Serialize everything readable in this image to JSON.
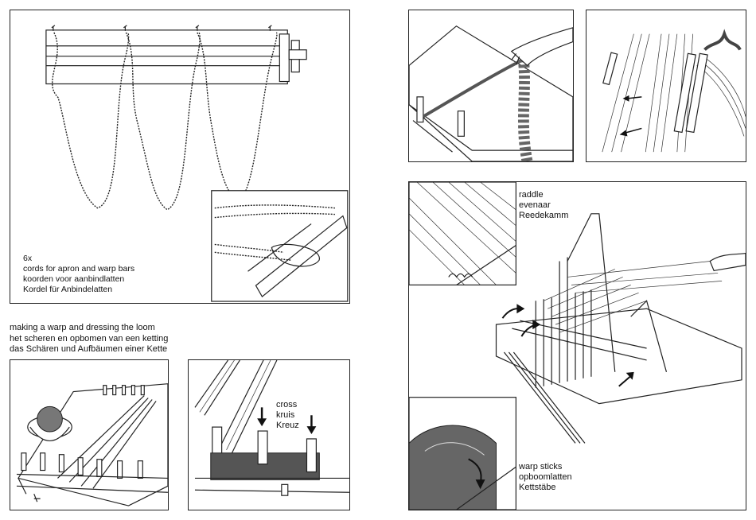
{
  "cords_caption": {
    "count": "6x",
    "en": "cords for apron and warp bars",
    "nl": "koorden voor aanbindlatten",
    "de": "Kordel für Anbindelatten"
  },
  "section_heading": {
    "en": "making a warp and dressing the loom",
    "nl": "het scheren en opbomen van een ketting",
    "de": "das Schären und Aufbäumen einer Kette"
  },
  "cross_label": {
    "en": "cross",
    "nl": "kruis",
    "de": "Kreuz"
  },
  "raddle_label": {
    "en": "raddle",
    "nl": "evenaar",
    "de": "Reedekamm"
  },
  "warp_sticks_label": {
    "en": "warp sticks",
    "nl": "opboomlatten",
    "de": "Kettstäbe"
  },
  "icons": [
    "down-arrow-icon",
    "curved-arrow-icon",
    "straight-arrow-icon"
  ]
}
